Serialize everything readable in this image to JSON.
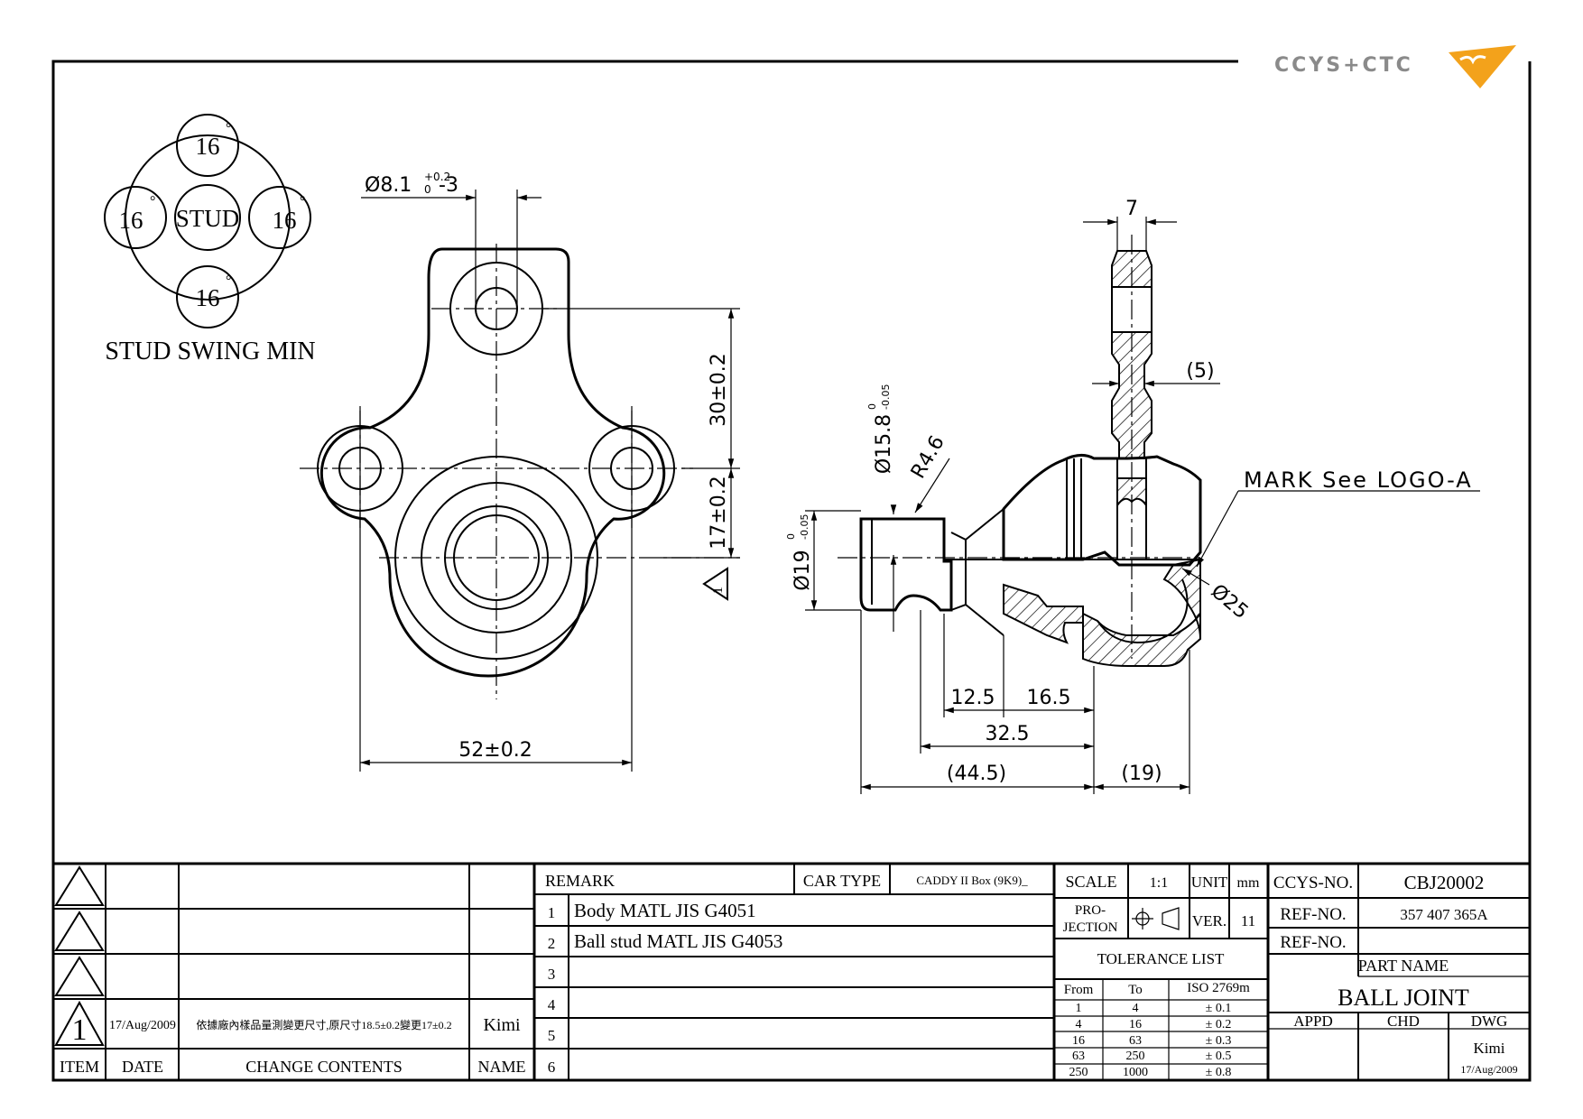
{
  "logo": {
    "text": "CCYS+CTC"
  },
  "views": {
    "swing": {
      "caption": "STUD SWING MIN",
      "center_label": "STUD",
      "angles": [
        "16",
        "16",
        "16",
        "16"
      ],
      "degree_mark": "°"
    },
    "front": {
      "dim_hole": "Ø8.1",
      "dim_hole_tol_upper": "+0.2",
      "dim_hole_tol_lower": "0",
      "dim_hole_suffix": "-3",
      "dim_v1": "30±0.2",
      "dim_v2": "17±0.2",
      "dim_width": "52±0.2",
      "rev_mark": "1"
    },
    "side": {
      "dim_stud_thk": "7",
      "dim_ref5": "(5)",
      "dim_ball_dia": "Ø15.8",
      "dim_ball_tol_upper": "0",
      "dim_ball_tol_lower": "-0.05",
      "dim_radius": "R4.6",
      "dim_shank": "Ø19",
      "dim_shank_tol_upper": "0",
      "dim_shank_tol_lower": "-0.05",
      "dim_socket": "Ø25",
      "dim_12_5": "12.5",
      "dim_16_5": "16.5",
      "dim_32_5": "32.5",
      "dim_44_5": "(44.5)",
      "dim_19": "(19)",
      "mark_note": "MARK See LOGO-A"
    }
  },
  "title_block": {
    "revision_table": {
      "headers": {
        "item": "ITEM",
        "date": "DATE",
        "contents": "CHANGE CONTENTS",
        "name": "NAME"
      },
      "rows": [
        {
          "item": "",
          "date": "",
          "contents": "",
          "name": ""
        },
        {
          "item": "",
          "date": "",
          "contents": "",
          "name": ""
        },
        {
          "item": "",
          "date": "",
          "contents": "",
          "name": ""
        },
        {
          "item": "1",
          "date": "17/Aug/2009",
          "contents": "依據廠內樣品量測變更尺寸,原尺寸18.5±0.2變更17±0.2",
          "name": "Kimi"
        }
      ]
    },
    "remark": {
      "label": "REMARK",
      "car_type_label": "CAR TYPE",
      "car_type_value": "CADDY II Box (9K9)_",
      "rows": [
        {
          "no": "1",
          "text": "Body MATL JIS G4051"
        },
        {
          "no": "2",
          "text": "Ball stud MATL JIS G4053"
        },
        {
          "no": "3",
          "text": ""
        },
        {
          "no": "4",
          "text": ""
        },
        {
          "no": "5",
          "text": ""
        },
        {
          "no": "6",
          "text": ""
        }
      ]
    },
    "scale_label": "SCALE",
    "scale_value": "1:1",
    "unit_label": "UNIT",
    "unit_value": "mm",
    "projection_label_1": "PRO-",
    "projection_label_2": "JECTION",
    "ver_label": "VER.",
    "ver_value": "11",
    "tolerance": {
      "title": "TOLERANCE LIST",
      "headers": {
        "from": "From",
        "to": "To",
        "iso": "ISO 2769m"
      },
      "rows": [
        {
          "from": "1",
          "to": "4",
          "tol": "± 0.1"
        },
        {
          "from": "4",
          "to": "16",
          "tol": "± 0.2"
        },
        {
          "from": "16",
          "to": "63",
          "tol": "± 0.3"
        },
        {
          "from": "63",
          "to": "250",
          "tol": "± 0.5"
        },
        {
          "from": "250",
          "to": "1000",
          "tol": "± 0.8"
        }
      ]
    },
    "ccys_no_label": "CCYS-NO.",
    "ccys_no_value": "CBJ20002",
    "ref_no_label": "REF-NO.",
    "ref_no_value": "357 407 365A",
    "ref_no_label_2": "REF-NO.",
    "ref_no_value_2": "",
    "part_name_label": "PART NAME",
    "part_name_value": "BALL JOINT",
    "appd_label": "APPD",
    "chd_label": "CHD",
    "dwg_label": "DWG",
    "dwg_name": "Kimi",
    "dwg_date": "17/Aug/2009"
  },
  "colors": {
    "logo_gray": "#8a8a8a",
    "logo_orange": "#f3a21b"
  }
}
